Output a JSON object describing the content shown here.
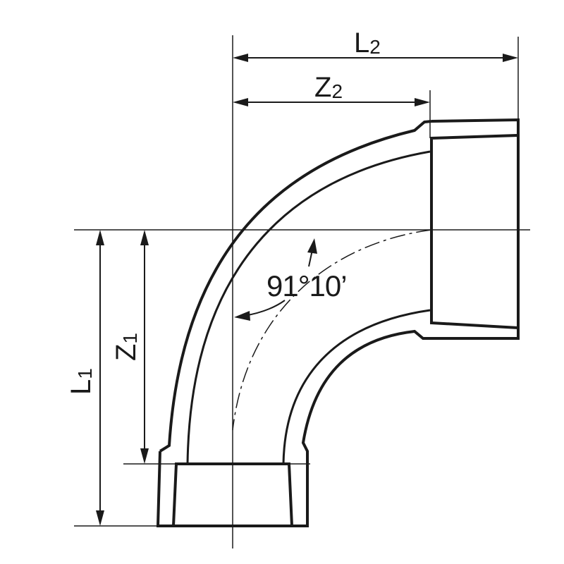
{
  "labels": {
    "l2": {
      "main": "L",
      "sub": "2"
    },
    "z2": {
      "main": "Z",
      "sub": "2"
    },
    "l1": {
      "main": "L",
      "sub": "1"
    },
    "z1": {
      "main": "Z",
      "sub": "1"
    }
  },
  "angle_label": "91°10’"
}
